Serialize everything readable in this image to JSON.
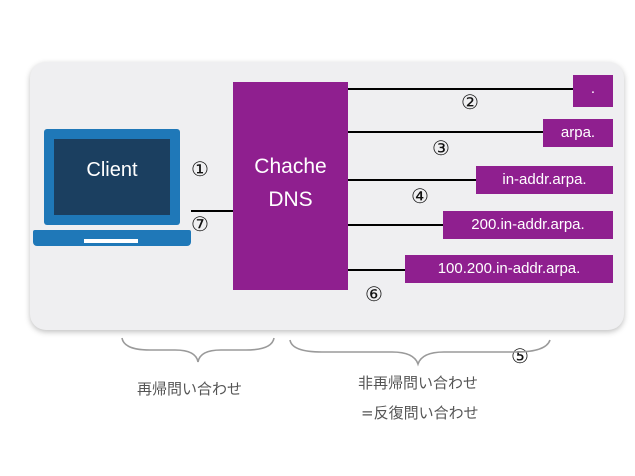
{
  "client": {
    "label": "Client"
  },
  "cache_dns": {
    "line1": "Chache",
    "line2": "DNS"
  },
  "zones": [
    ".",
    "arpa.",
    "in-addr.arpa.",
    "200.in-addr.arpa.",
    "100.200.in-addr.arpa."
  ],
  "steps": [
    "①",
    "②",
    "③",
    "④",
    "⑤",
    "⑥",
    "⑦"
  ],
  "captions": {
    "recursive": "再帰問い合わせ",
    "non_recursive_line1": "非再帰問い合わせ",
    "non_recursive_line2": "=反復問い合わせ"
  },
  "colors": {
    "dns_box": "#8f1f8f",
    "client_screen": "#1b3f60",
    "laptop_body": "#1f78b8",
    "panel": "#efeff1"
  }
}
